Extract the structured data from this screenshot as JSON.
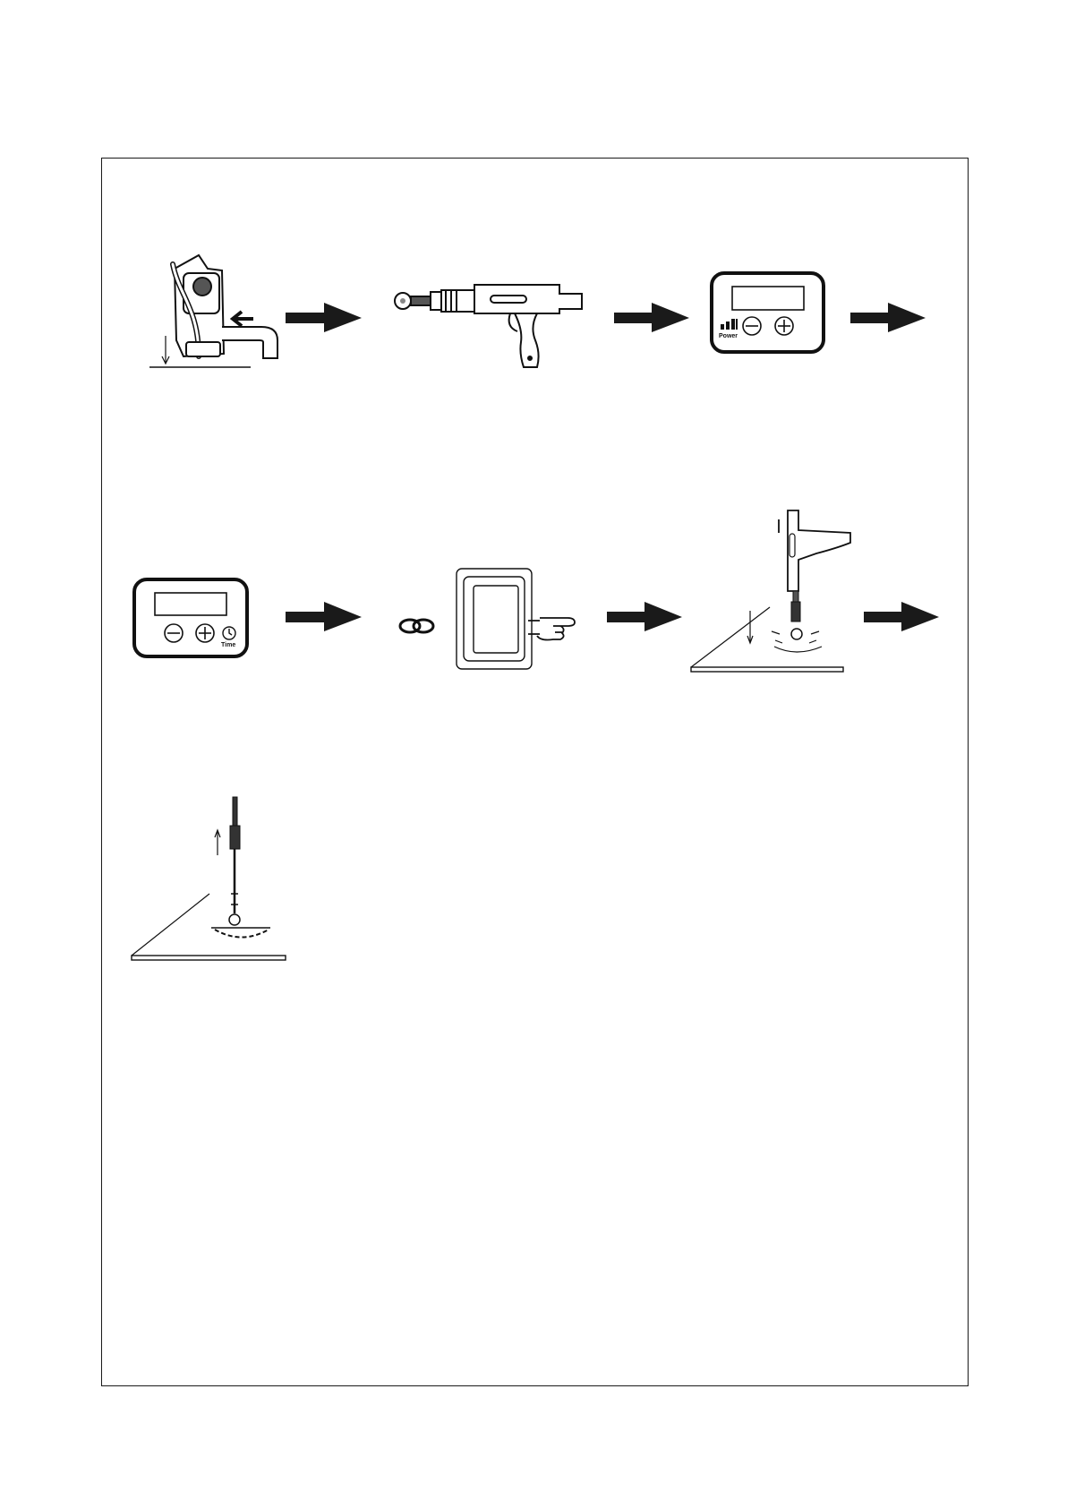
{
  "labels": {
    "power": "Power",
    "time": "Time"
  },
  "colors": {
    "ink": "#111111",
    "arrow": "#1a1a1a",
    "background": "#ffffff"
  },
  "steps": [
    {
      "id": 1,
      "icon": "stud-loader-icon"
    },
    {
      "id": 2,
      "icon": "stud-welding-gun-icon"
    },
    {
      "id": 3,
      "icon": "power-control-panel-icon"
    },
    {
      "id": 4,
      "icon": "time-control-panel-icon"
    },
    {
      "id": 5,
      "icon": "trigger-switch-press-icon"
    },
    {
      "id": 6,
      "icon": "gun-press-on-workpiece-icon"
    },
    {
      "id": 7,
      "icon": "stud-welded-release-icon"
    }
  ]
}
